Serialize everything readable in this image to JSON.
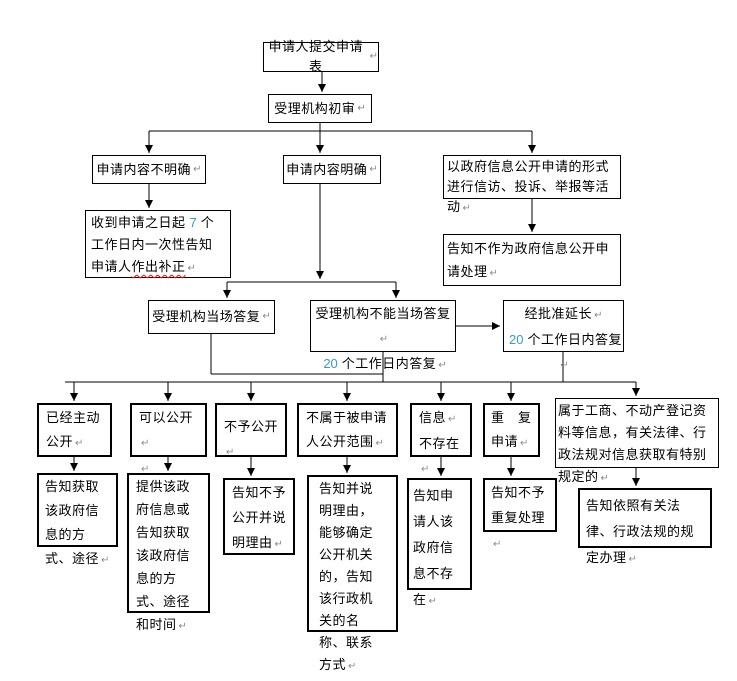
{
  "mark": "↵",
  "colors": {
    "background": "#ffffff",
    "text": "#000000",
    "box_border": "#000000",
    "connector_line": "#000000",
    "number_highlight": "#3a9cc9",
    "spellcheck_underline": "#ff0000",
    "paragraph_mark": "#8a8a8a"
  },
  "flow": {
    "submit": "申请人提交申请表",
    "initial_review": "受理机构初审",
    "content_unclear": "申请内容不明确",
    "content_clear": "申请内容明确",
    "petition_activity": "以政府信息公开申请的形式进行信访、投诉、举报等活动",
    "notify_supplement": {
      "pre": "收到申请之日起",
      "days": "7",
      "post": "个工作日内一次性告知申请人",
      "underlined": "作出补正"
    },
    "not_as_disclosure": "告知不作为政府信息公开申请处理",
    "onspot_reply": "受理机构当场答复",
    "cannot_onspot": {
      "line1": "受理机构不能当场答复",
      "days": "20",
      "line2": "个工作日内答复"
    },
    "approved_extension": {
      "line1": "经批准延长",
      "days": "20",
      "line2": "个工作日内答复"
    }
  },
  "outcomes": [
    {
      "case_lines": [
        "已经主动",
        "公开"
      ],
      "result": "告知获取该政府信息的方式、途径"
    },
    {
      "case_lines": [
        "可以公开",
        ""
      ],
      "result": "提供该政府信息或告知获取该政府信息的方式、途径和时间"
    },
    {
      "case": "不予公开",
      "result": "告知不予公开并说明理由"
    },
    {
      "case": "不属于被申请人公开范围",
      "result": "告知并说明理由，能够确定公开机关的，告知该行政机关的名称、联系方式"
    },
    {
      "case_lines": [
        "信息",
        "不存在"
      ],
      "result": "告知申请人该政府信息不存在"
    },
    {
      "case_lines": [
        "重　复",
        "申请"
      ],
      "result": "告知不予重复处理"
    },
    {
      "case": "属于工商、不动产登记资料等信息，有关法律、行政法规对信息获取有特别规定的",
      "result": "告知依照有关法律、行政法规的规定办理"
    }
  ]
}
